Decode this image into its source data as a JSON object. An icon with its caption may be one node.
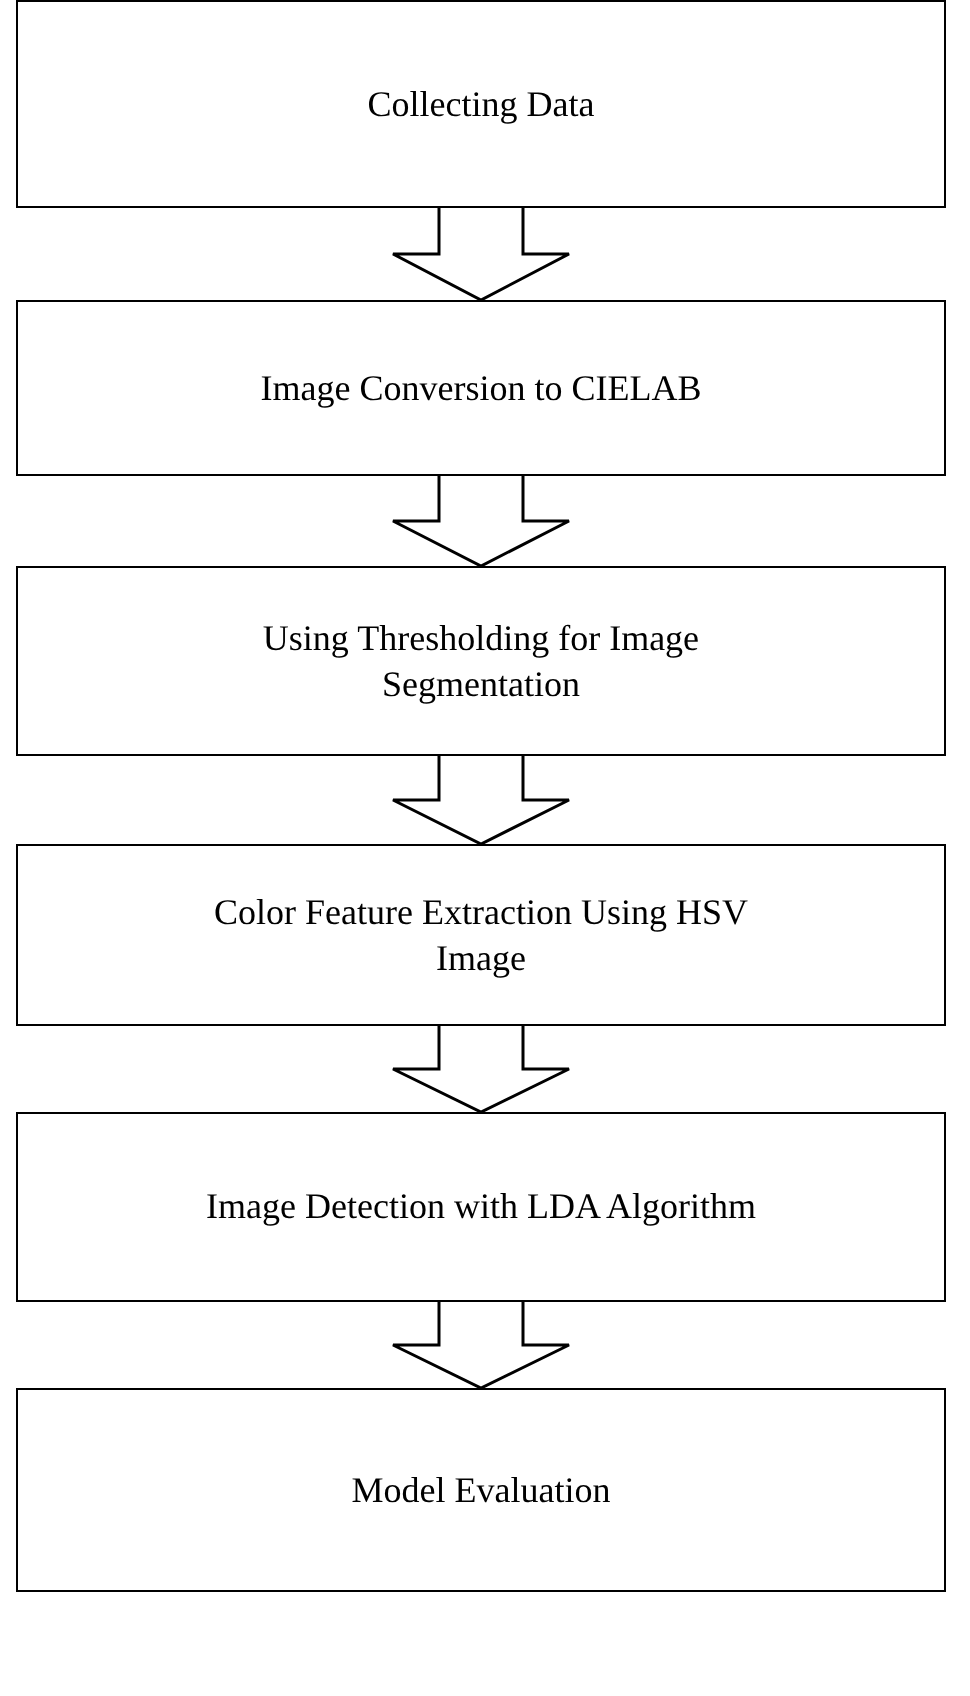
{
  "diagram": {
    "nodes": [
      {
        "text": [
          "Collecting Data"
        ]
      },
      {
        "text": [
          "Image Conversion to CIELAB"
        ]
      },
      {
        "text": [
          "Using Thresholding for Image Segmentation"
        ]
      },
      {
        "text": [
          "Color Feature Extraction Using HSV Image"
        ]
      },
      {
        "text": [
          "Image Detection with LDA Algorithm"
        ]
      },
      {
        "text": [
          "Model Evaluation"
        ]
      }
    ],
    "edges": [
      {
        "from": 0,
        "to": 1,
        "arrow": "to"
      },
      {
        "from": 1,
        "to": 2,
        "arrow": "to"
      },
      {
        "from": 2,
        "to": 3,
        "arrow": "to"
      },
      {
        "from": 3,
        "to": 4,
        "arrow": "to"
      },
      {
        "from": 4,
        "to": 5,
        "arrow": "to"
      }
    ]
  }
}
